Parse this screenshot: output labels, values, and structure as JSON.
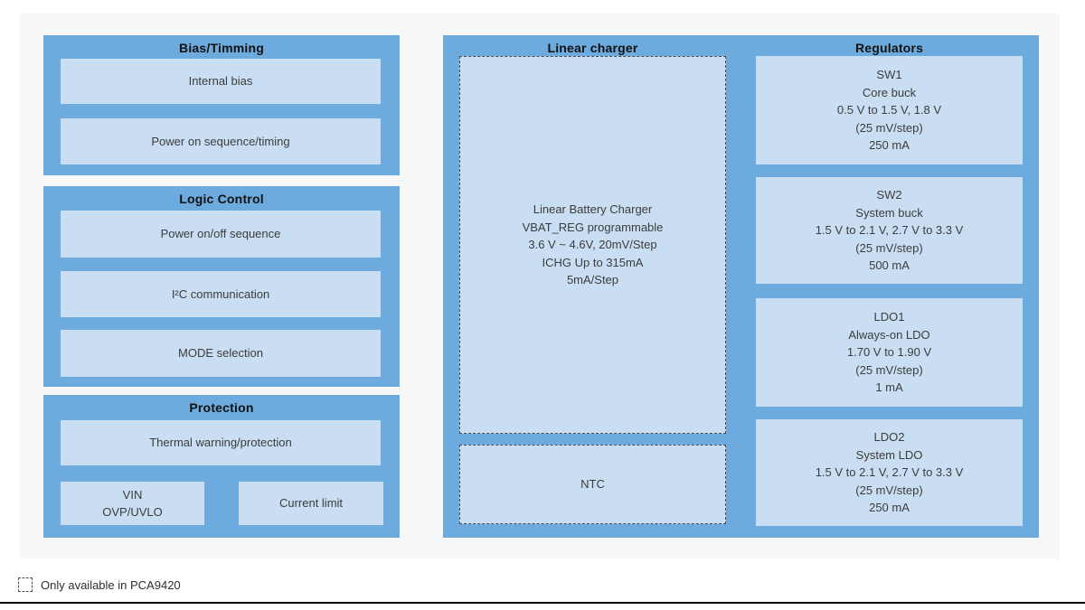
{
  "diagram": {
    "bias": {
      "title": "Bias/Timming",
      "internal_bias": "Internal bias",
      "power_on_seq": "Power on sequence/timing"
    },
    "logic": {
      "title": "Logic Control",
      "power_onoff": "Power on/off sequence",
      "i2c": "I²C communication",
      "mode": "MODE selection"
    },
    "protection": {
      "title": "Protection",
      "thermal": "Thermal warning/protection",
      "vin": [
        "VIN",
        "OVP/UVLO"
      ],
      "current_limit": "Current limit"
    },
    "charger": {
      "title": "Linear charger",
      "main": [
        "Linear Battery Charger",
        "VBAT_REG programmable",
        "3.6 V ~ 4.6V, 20mV/Step",
        "ICHG Up to 315mA",
        "5mA/Step"
      ],
      "ntc": "NTC"
    },
    "regulators": {
      "title": "Regulators",
      "sw1": [
        "SW1",
        "Core buck",
        "0.5 V to 1.5 V, 1.8 V",
        "(25 mV/step)",
        "250 mA"
      ],
      "sw2": [
        "SW2",
        "System buck",
        "1.5 V to 2.1 V, 2.7 V to 3.3 V",
        "(25 mV/step)",
        "500 mA"
      ],
      "ldo1": [
        "LDO1",
        "Always-on LDO",
        "1.70 V to 1.90 V",
        "(25 mV/step)",
        "1 mA"
      ],
      "ldo2": [
        "LDO2",
        "System LDO",
        "1.5 V to 2.1 V, 2.7 V to 3.3 V",
        "(25 mV/step)",
        "250 mA"
      ]
    }
  },
  "legend": {
    "text": "Only available in PCA9420"
  },
  "colors": {
    "panel_blue": "#6dabde",
    "box_light_blue": "#c9def2",
    "canvas_gray": "#f5f7f9",
    "dashed_border": "#4a4a4a",
    "body_text": "#3c3c3c",
    "title_text": "#111111"
  }
}
